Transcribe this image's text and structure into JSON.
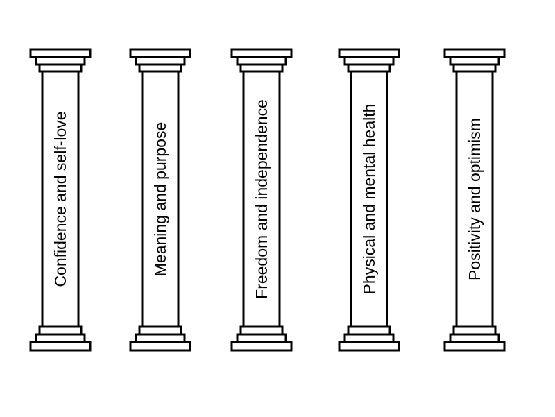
{
  "pillars": [
    {
      "label": "Confidence and self-love"
    },
    {
      "label": "Meaning and purpose"
    },
    {
      "label": "Freedom and independence"
    },
    {
      "label": "Physical and mental health"
    },
    {
      "label": "Positivity and optimism"
    }
  ],
  "colors": {
    "background": "#ffffff",
    "stroke": "#000000",
    "text": "#000000"
  }
}
